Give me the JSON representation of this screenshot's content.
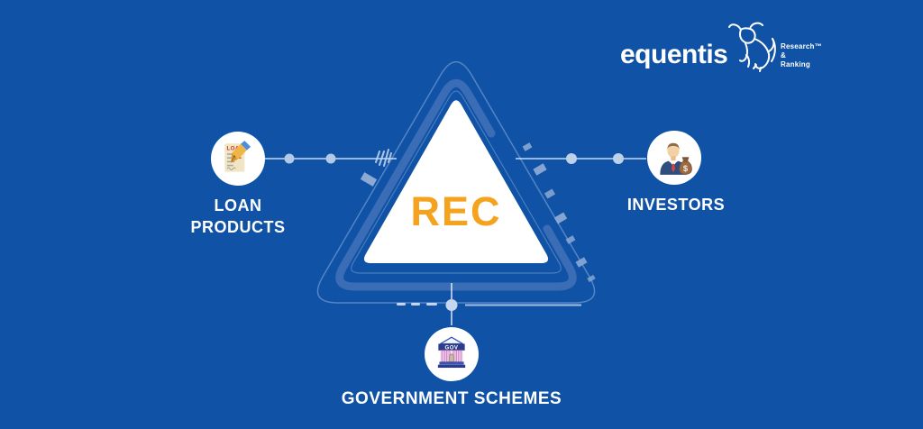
{
  "page": {
    "background_color": "#0F52A6",
    "accent_orange": "#F5A21E",
    "outline_blue": "#3A6DB5",
    "dash_blue": "#8CA9D3",
    "text_white": "#FFFFFF"
  },
  "logo": {
    "brand": "equentis",
    "bull_icon": "bull-icon",
    "tagline_line1": "Research™",
    "tagline_line2": "&",
    "tagline_line3": "Ranking"
  },
  "center": {
    "label": "REC",
    "shape": "triangle"
  },
  "nodes": {
    "loan_products": {
      "label_line1": "LOAN",
      "label_line2": "PRODUCTS",
      "icon": "loan-document-pen-icon",
      "icon_text": "LOAN"
    },
    "investors": {
      "label": "INVESTORS",
      "icon": "investor-money-bag-icon",
      "icon_text": "$"
    },
    "government_schemes": {
      "label": "GOVERNMENT SCHEMES",
      "icon": "government-building-icon",
      "icon_text": "GOV"
    }
  }
}
